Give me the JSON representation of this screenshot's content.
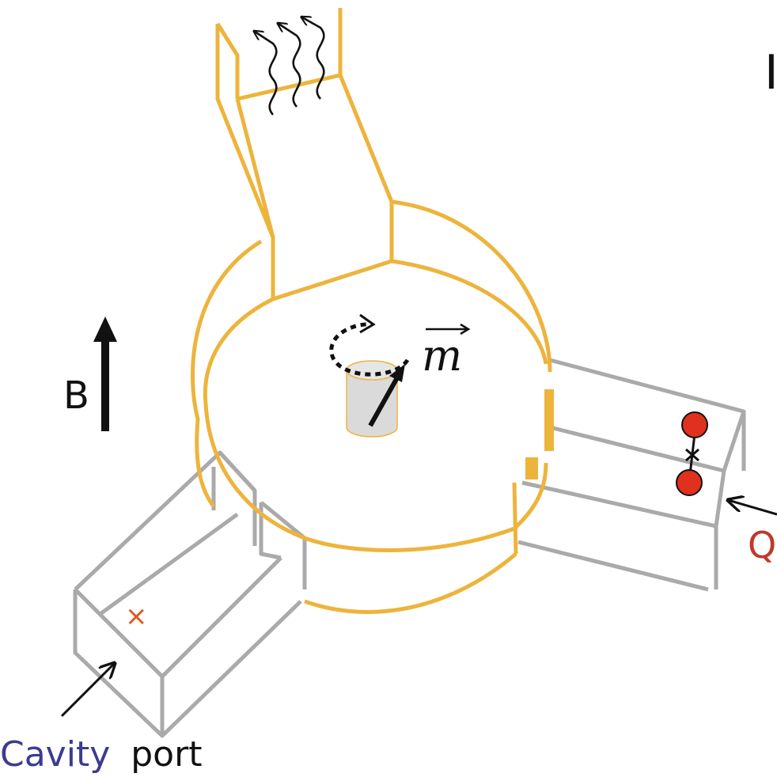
{
  "labels": {
    "magnetic_field": "B",
    "magnetization": "m",
    "cavity_word": "Cavity",
    "port_word": "port",
    "qubit_partial": "Q",
    "edge_partial": "I",
    "port_marker": "×"
  },
  "colors": {
    "cavity_wall": "#EDB43C",
    "waveguide": "#AAAAAA",
    "qubit": "#E0301E",
    "cavity_label": "#3B3B8F",
    "qubit_label": "#C0392B",
    "marker": "#E0561E",
    "sample_fill": "#DADADA",
    "ink": "#111111"
  }
}
